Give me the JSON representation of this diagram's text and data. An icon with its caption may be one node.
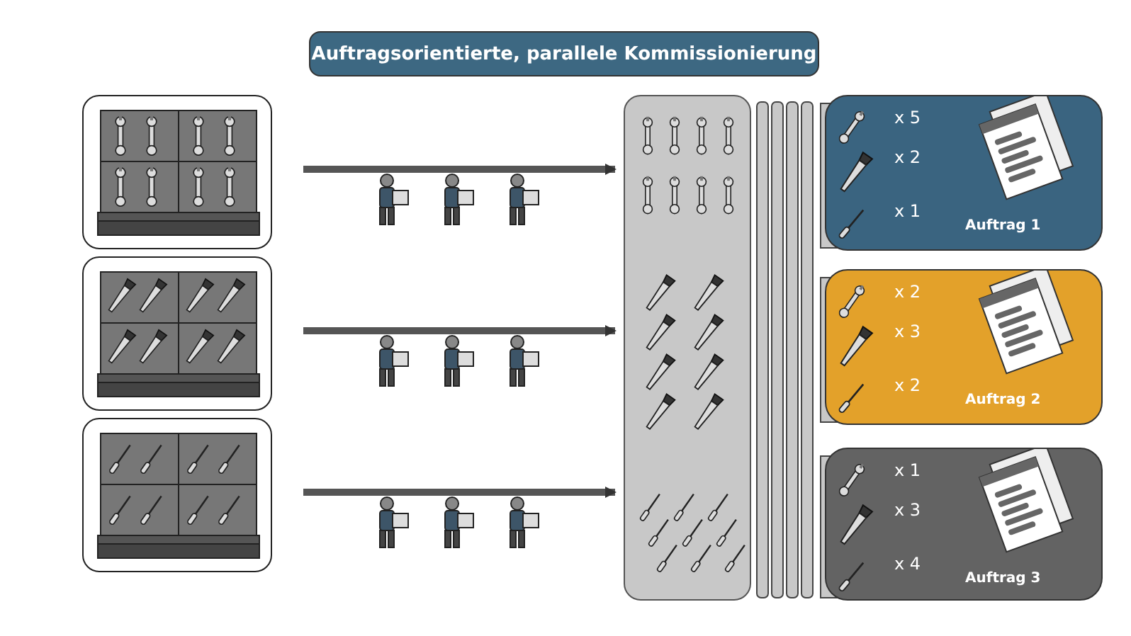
{
  "diagram": {
    "title": "Auftragsorientierte, parallele Kommissionierung",
    "nodes": [
      {
        "text": [],
        "shape": "picture"
      },
      {
        "text": [],
        "shape": "picture"
      },
      {
        "text": [],
        "shape": "picture"
      },
      {
        "text": [],
        "shape": "picture"
      },
      {
        "text": [
          "x 5",
          "x 2",
          "x 1",
          "Auftrag 1"
        ]
      },
      {
        "text": [
          "x 2",
          "x 3",
          "x 2",
          "Auftrag 2"
        ]
      },
      {
        "text": [
          "x 1",
          "x 3",
          "x 4",
          "Auftrag 3"
        ]
      }
    ],
    "edges": [
      {
        "from": 0,
        "to": 3,
        "arrow": "to"
      },
      {
        "from": 1,
        "to": 3,
        "arrow": "to"
      },
      {
        "from": 2,
        "to": 3,
        "arrow": "to"
      }
    ]
  }
}
